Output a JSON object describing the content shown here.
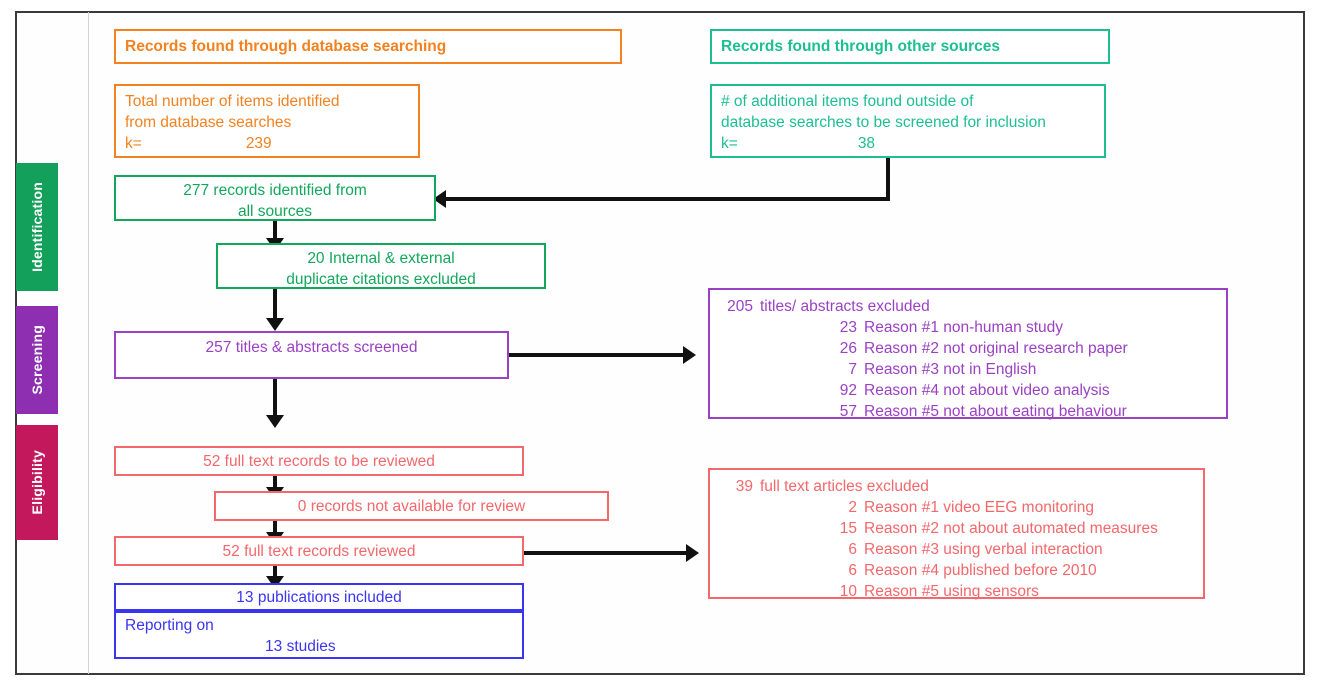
{
  "diagram": {
    "title": "PRISMA flow diagram",
    "stages": [
      {
        "id": "identification",
        "label": "Identification",
        "color": "#12a05a"
      },
      {
        "id": "screening",
        "label": "Screening",
        "color": "#8d2fb0"
      },
      {
        "id": "eligibility",
        "label": "Eligibility",
        "color": "#c4185c"
      }
    ],
    "colors": {
      "orange": "#f4811f",
      "green": "#12a85c",
      "teal": "#1dbf91",
      "purple": "#9b41c4",
      "red": "#f4676b",
      "blue": "#3a35f0",
      "connector": "#111111",
      "frame": "#3a3a3a"
    },
    "boxes": {
      "db_header": {
        "label": "Records found through database searching"
      },
      "other_header": {
        "label": "Records found through other sources"
      },
      "db_body": {
        "line1": "Total number of items identified",
        "line2": "from database searches",
        "k_label": "k=",
        "k_value": "239"
      },
      "other_body": {
        "line1": "# of additional items found outside of",
        "line2": "database searches to be screened for inclusion",
        "k_label": "k=",
        "k_value": "38"
      },
      "all_sources": {
        "count": "277",
        "line1": "records identified from",
        "line2": "all sources"
      },
      "duplicates": {
        "count": "20",
        "line1": "Internal & external",
        "line2": "duplicate citations excluded"
      },
      "screened": {
        "count": "257",
        "label": "titles & abstracts screened"
      },
      "titles_excluded": {
        "count": "205",
        "label": "titles/ abstracts excluded",
        "reasons": [
          {
            "count": "23",
            "text": "Reason #1 non-human study"
          },
          {
            "count": "26",
            "text": "Reason #2 not original research paper"
          },
          {
            "count": "7",
            "text": "Reason #3 not in English"
          },
          {
            "count": "92",
            "text": "Reason #4 not about video analysis"
          },
          {
            "count": "57",
            "text": "Reason #5 not about eating behaviour"
          }
        ]
      },
      "fulltext_to_review": {
        "count": "52",
        "label": "full text records to be reviewed"
      },
      "not_available": {
        "count": "0",
        "label": "records not available for review"
      },
      "fulltext_reviewed": {
        "count": "52",
        "label": "full text records reviewed"
      },
      "fulltext_excluded": {
        "count": "39",
        "label": "full text articles excluded",
        "reasons": [
          {
            "count": "2",
            "text": "Reason #1 video EEG monitoring"
          },
          {
            "count": "15",
            "text": "Reason #2 not about automated measures"
          },
          {
            "count": "6",
            "text": "Reason #3 using verbal interaction"
          },
          {
            "count": "6",
            "text": "Reason #4 published before 2010"
          },
          {
            "count": "10",
            "text": "Reason #5 using sensors"
          }
        ]
      },
      "publications_included": {
        "count": "13",
        "label": "publications included"
      },
      "reporting_on": {
        "line1": "Reporting on",
        "count": "13",
        "label": "studies"
      }
    }
  }
}
